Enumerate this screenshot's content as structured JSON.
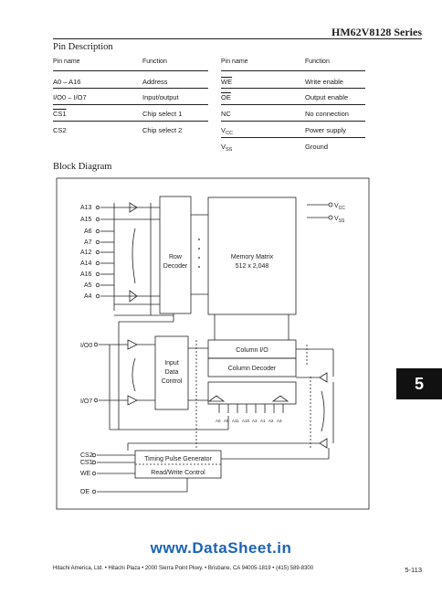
{
  "header": {
    "series_title": "HM62V8128 Series"
  },
  "pin_description": {
    "heading": "Pin Description",
    "column_headers": [
      "Pin name",
      "Function",
      "Pin name",
      "Function"
    ],
    "left_rows": [
      {
        "pin": "A0 – A16",
        "function": "Address"
      },
      {
        "pin": "I/O0 – I/O7",
        "function": "Input/output"
      },
      {
        "pin": "CS1",
        "function": "Chip select 1",
        "overline": true
      },
      {
        "pin": "CS2",
        "function": "Chip select 2"
      }
    ],
    "right_rows": [
      {
        "pin": "WE",
        "function": "Write enable",
        "overline": true
      },
      {
        "pin": "OE",
        "function": "Output enable",
        "overline": true
      },
      {
        "pin": "NC",
        "function": "No connection"
      },
      {
        "pin": "V",
        "pin_sub": "CC",
        "function": "Power supply"
      },
      {
        "pin": "V",
        "pin_sub": "SS",
        "function": "Ground"
      }
    ]
  },
  "block_diagram": {
    "heading": "Block Diagram",
    "address_pins": [
      "A13",
      "A15",
      "A6",
      "A7",
      "A12",
      "A14",
      "A16",
      "A5",
      "A4"
    ],
    "row_decoder": [
      "Row",
      "Decoder"
    ],
    "memory_matrix": [
      "Memory Matrix",
      "512 x 2,048"
    ],
    "power": [
      {
        "base": "V",
        "sub": "CC"
      },
      {
        "base": "V",
        "sub": "SS"
      }
    ],
    "io_pins": [
      "I/O0",
      "I/O7"
    ],
    "input_data_control": [
      "Input",
      "Data",
      "Control"
    ],
    "column_io": "Column I/O",
    "column_decoder": "Column Decoder",
    "column_address_pins": [
      "A0",
      "A9",
      "A11",
      "A10",
      "A3",
      "A1",
      "A2",
      "A3"
    ],
    "control_pins": [
      "CS2",
      "CS1",
      "WE",
      "OE"
    ],
    "timing_pulse_generator": "Timing Pulse Generator",
    "read_write_control": "Read/Write Control"
  },
  "side_tab": "5",
  "watermark": "www.DataSheet.in",
  "footer": {
    "address": "Hitachi America, Ltd. • Hitachi Plaza • 2000 Sierra Point Pkwy. • Brisbane, CA 94005-1819 • (415) 589-8300",
    "page_number": "5-113"
  },
  "colors": {
    "watermark": "#1e63b5",
    "tab": "#111111"
  }
}
